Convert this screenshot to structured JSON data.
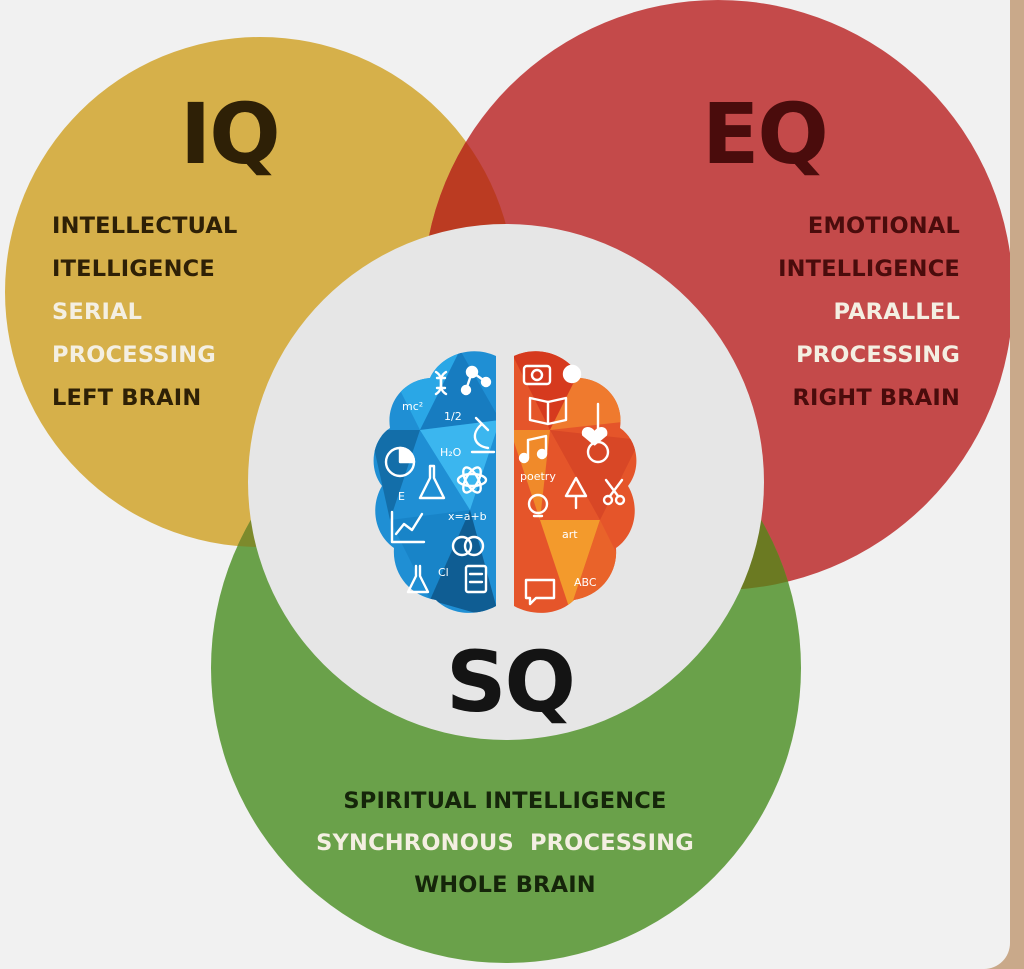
{
  "colors": {
    "background": "#f1f1f1",
    "frame": "#c9a98a",
    "iq_circle": "#d6b04a",
    "eq_circle": "#c44a4a",
    "sq_circle": "#6aa14a",
    "center_circle": "#e6e6e6",
    "left_brain": "#1f8fd4",
    "right_brain": "#e5552a"
  },
  "iq": {
    "title": "IQ",
    "lines": [
      "INTELLECTUAL",
      "ITELLIGENCE",
      "SERIAL",
      "PROCESSING",
      "LEFT BRAIN"
    ]
  },
  "eq": {
    "title": "EQ",
    "lines": [
      "EMOTIONAL",
      "INTELLIGENCE",
      "PARALLEL",
      "PROCESSING",
      "RIGHT BRAIN"
    ]
  },
  "sq": {
    "title": "SQ",
    "lines": [
      "SPIRITUAL INTELLIGENCE",
      "SYNCHRONOUS  PROCESSING",
      "WHOLE BRAIN"
    ]
  },
  "brain": {
    "left_labels": [
      "mc²",
      "1/2",
      "H₂O",
      "E",
      "x=a+b",
      "Cl"
    ],
    "right_labels": [
      "poetry",
      "art",
      "ABC"
    ],
    "left_icon_names": [
      "dna-icon",
      "molecule-icon",
      "microscope-icon",
      "pie-chart-icon",
      "flask-icon",
      "atom-icon",
      "line-graph-icon",
      "beaker-icon",
      "calculator-icon",
      "cloud-icon"
    ],
    "right_icon_names": [
      "camera-icon",
      "palette-icon",
      "book-icon",
      "music-note-icon",
      "guitar-icon",
      "heart-icon",
      "tree-icon",
      "scissors-icon",
      "lightbulb-icon",
      "speech-bubble-icon"
    ]
  }
}
